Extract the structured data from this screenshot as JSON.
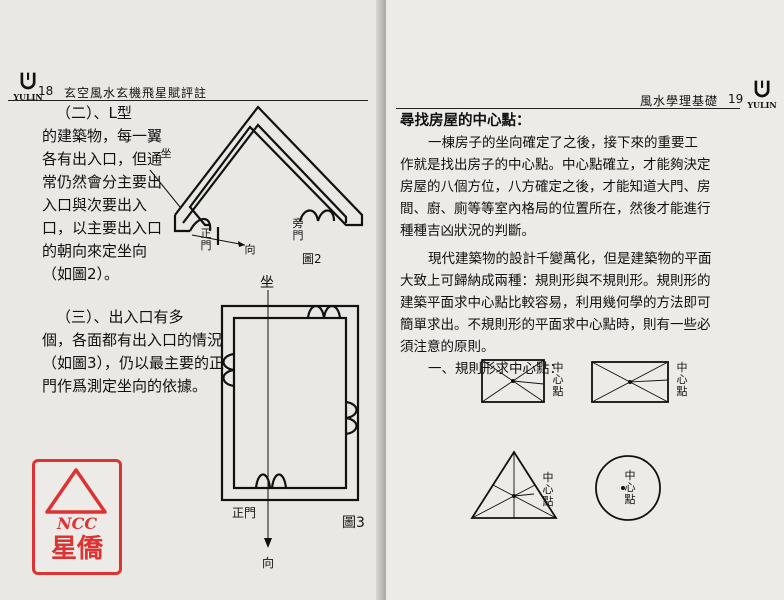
{
  "left_page": {
    "logo_text": "YULIN",
    "page_number": "18",
    "running_title": "玄空風水玄機飛星賦評註",
    "para1": [
      "（二）、L型",
      "的建築物，每一翼",
      "各有出入口，但通",
      "常仍然會分主要出",
      "入口與次要出入",
      "口，以主要出入口",
      "的朝向來定坐向",
      "（如圖2）。"
    ],
    "para2": [
      "（三）、出入口有多",
      "個，各面都有出入口的情況",
      "（如圖3），仍以最主要的正",
      "門作爲測定坐向的依據。"
    ],
    "fig2": {
      "caption": "圖2",
      "label_main_door": "正門",
      "label_back_door": "旁門",
      "label_facing": "向",
      "label_sitting": "坐"
    },
    "fig3": {
      "caption": "圖3",
      "label_sitting": "坐",
      "label_facing": "向",
      "label_main_door": "正門"
    },
    "stamp": {
      "text_top": "NCC",
      "text_bottom": "星僑"
    }
  },
  "right_page": {
    "running_title": "風水學理基礎",
    "page_number": "19",
    "logo_text": "YULIN",
    "heading": "尋找房屋的中心點：",
    "para1": [
      "一棟房子的坐向確定了之後，接下來的重要工",
      "作就是找出房子的中心點。中心點確立，才能夠決定",
      "房屋的八個方位，八方確定之後，才能知道大門、房",
      "間、廚、廁等等室內格局的位置所在，然後才能進行",
      "種種吉凶狀況的判斷。"
    ],
    "para2": [
      "現代建築物的設計千變萬化，但是建築物的平面",
      "大致上可歸納成兩種：規則形與不規則形。規則形的",
      "建築平面求中心點比較容易，利用幾何學的方法即可",
      "簡單求出。不規則形的平面求中心點時，則有一些必",
      "須注意的原則。"
    ],
    "subheading": "一、規則形求中心點：",
    "center_label": "中心點"
  }
}
